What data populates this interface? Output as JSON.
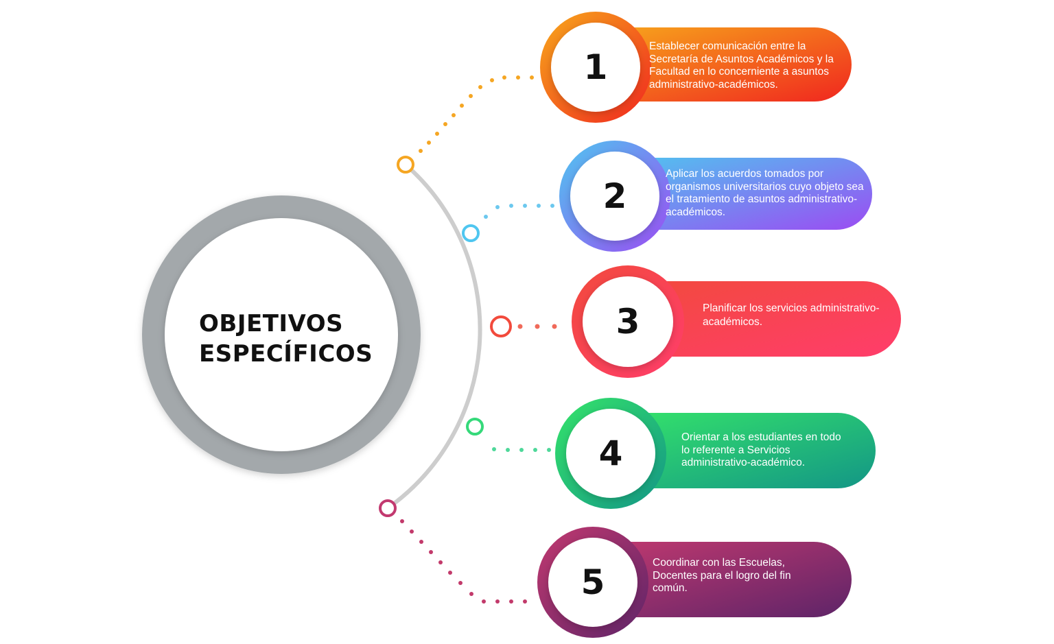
{
  "title": {
    "line1": "OBJETIVOS",
    "line2": "ESPECÍFICOS"
  },
  "steps": [
    {
      "number": "1",
      "text": "Establecer comunicación entre la Secretaría de Asuntos Académicos y la Facultad en lo concerniente a asuntos administrativo-académicos.",
      "color_start": "#F7A81B",
      "color_end": "#F0271F"
    },
    {
      "number": "2",
      "text": "Aplicar los acuerdos tomados por organismos universitarios cuyo objeto sea el tratamiento de asuntos administrativo-académicos.",
      "color_start": "#4FC6F0",
      "color_end": "#9B4CF2"
    },
    {
      "number": "3",
      "text": "Planificar los servicios administrativo-académicos.",
      "color_start": "#F24A3C",
      "color_end": "#FF3D6B"
    },
    {
      "number": "4",
      "text": "Orientar a los estudiantes en todo lo referente a Servicios administrativo-académico.",
      "color_start": "#35E46A",
      "color_end": "#139686"
    },
    {
      "number": "5",
      "text": "Coordinar con las Escuelas, Docentes para el logro del fin común.",
      "color_start": "#C2396F",
      "color_end": "#5E2468"
    }
  ],
  "colors": {
    "main_ring": "#A3A8AB",
    "arc": "#CDCDCD",
    "title_text": "#111111"
  }
}
